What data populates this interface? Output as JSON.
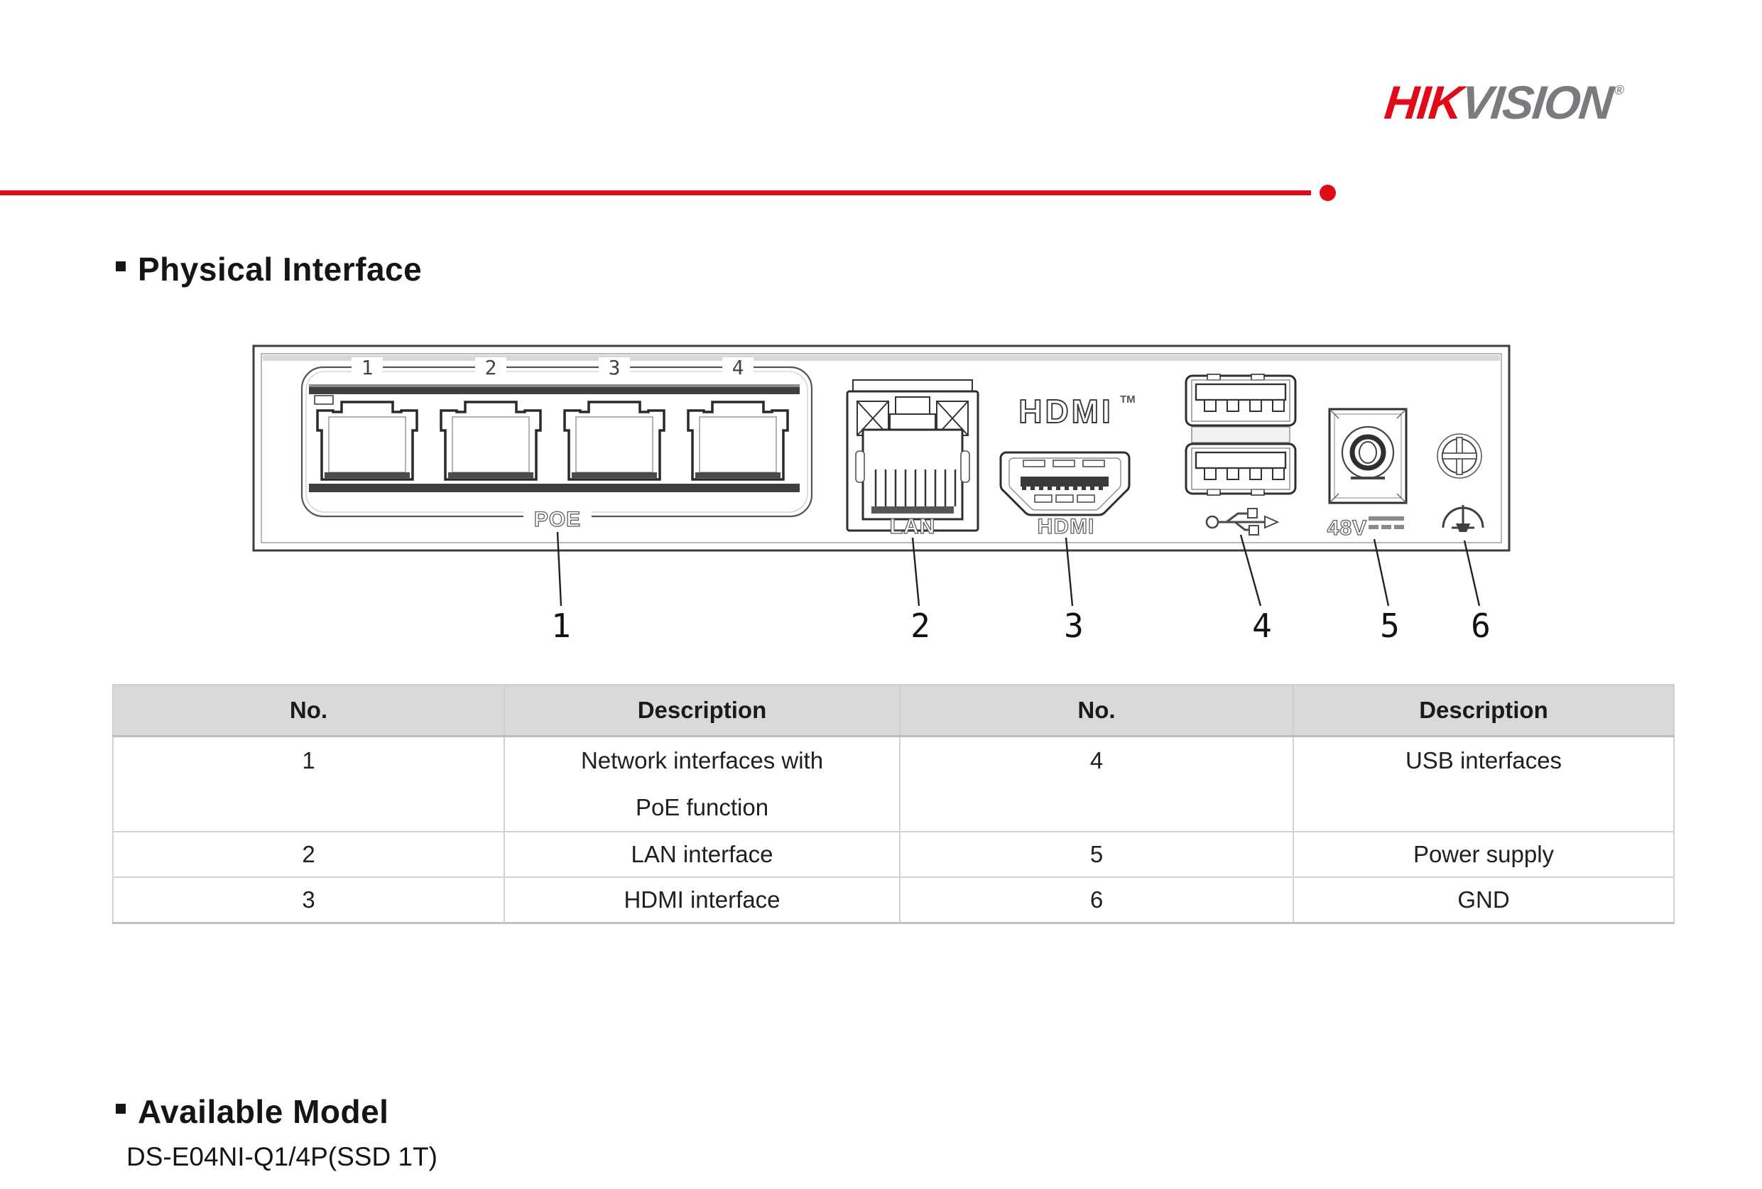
{
  "logo": {
    "hik": "HIK",
    "vision": "VISION",
    "registered": "®",
    "hik_color": "#e00a18",
    "vision_color": "#7a7b7e"
  },
  "accent_rule": {
    "color": "#e00a18"
  },
  "sections": {
    "physical_interface": {
      "title": "Physical Interface"
    },
    "available_model": {
      "title": "Available Model",
      "model": "DS-E04NI-Q1/4P(SSD 1T)"
    }
  },
  "diagram": {
    "poe_port_numbers": [
      "1",
      "2",
      "3",
      "4"
    ],
    "labels": {
      "poe": "POE",
      "lan": "LAN",
      "hdmi_logo": "HDMI",
      "hdmi_tm": "TM",
      "hdmi": "HDMI",
      "power": "48V"
    },
    "callouts": [
      "1",
      "2",
      "3",
      "4",
      "5",
      "6"
    ]
  },
  "table": {
    "headers": [
      "No.",
      "Description",
      "No.",
      "Description"
    ],
    "rows": [
      [
        "1",
        "Network interfaces with\nPoE function",
        "4",
        "USB interfaces"
      ],
      [
        "2",
        "LAN interface",
        "5",
        "Power supply"
      ],
      [
        "3",
        "HDMI interface",
        "6",
        "GND"
      ]
    ]
  }
}
